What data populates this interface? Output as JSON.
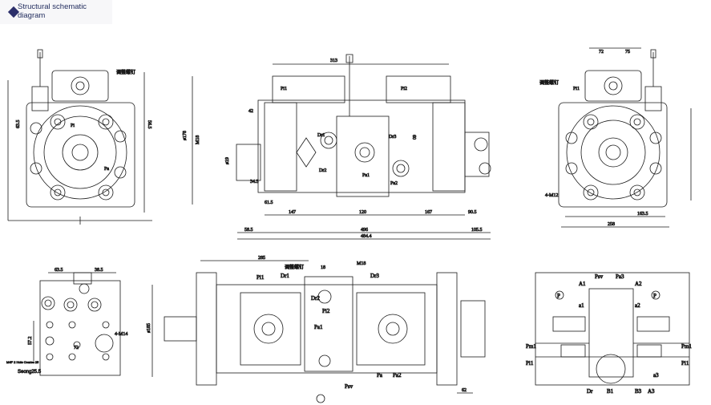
{
  "header": {
    "title": "Structural schematic diagram"
  },
  "views": {
    "top_left": {
      "dims": [
        "63.5",
        "56.5",
        "Pi",
        "Pa"
      ]
    },
    "top_center": {
      "dims": [
        "313",
        "Pi1",
        "Pi2",
        "Dr1",
        "Dr2",
        "Dr3",
        "Pa1",
        "Pa2",
        "ø19",
        "42",
        "34.5",
        "60",
        "120",
        "147",
        "167",
        "90.5",
        "58.5",
        "61.5",
        "105.5",
        "496",
        "484.4",
        "ø178"
      ],
      "side_label": "M18"
    },
    "top_right": {
      "dims": [
        "72",
        "75",
        "Pi1",
        "163.5",
        "258",
        "4-M12"
      ],
      "cn_note": "调整螺钉"
    },
    "bottom_left": {
      "dims": [
        "63.5",
        "38.5",
        "72",
        "57.2",
        "4-M14"
      ],
      "footnote_1": "M4F 2 Hole Coarse 25",
      "footnote_2": "Seong25.5"
    },
    "bottom_center": {
      "dims": [
        "285",
        "18",
        "Pi1",
        "Dr1",
        "Dr2",
        "Dr3",
        "Pi2",
        "Pa1",
        "Pa2",
        "Pa",
        "Psv",
        "M18",
        "ø185",
        "62"
      ],
      "cn_note": "调整螺钉"
    },
    "bottom_right": {
      "ports": [
        "Psv",
        "Pa3",
        "A1",
        "A2",
        "a1",
        "a2",
        "Pm1",
        "Pm1",
        "Pi1",
        "Pi1",
        "Dr",
        "B1",
        "B3",
        "A3",
        "a3",
        "P",
        "P"
      ]
    }
  }
}
